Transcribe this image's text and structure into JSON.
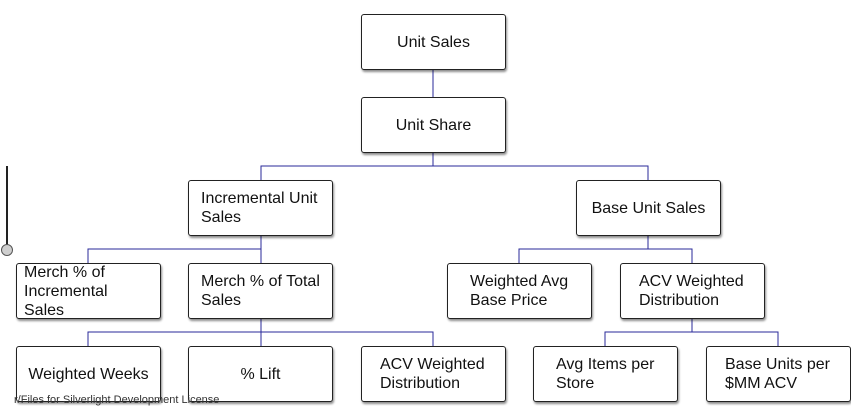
{
  "diagram": {
    "line_color": "#2a2a9a",
    "nodes": {
      "unit_sales": "Unit Sales",
      "unit_share": "Unit Share",
      "incremental_unit_sales": [
        "Incremental Unit",
        "Sales"
      ],
      "base_unit_sales": "Base Unit Sales",
      "merch_pct_incremental": [
        "Merch % of",
        "Incremental Sales"
      ],
      "merch_pct_total": [
        "Merch % of Total",
        "Sales"
      ],
      "weighted_avg_base_price": [
        "Weighted Avg",
        "Base Price"
      ],
      "acv_weighted_distribution_1": [
        "ACV Weighted",
        "Distribution"
      ],
      "weighted_weeks": "Weighted Weeks",
      "pct_lift": "% Lift",
      "acv_weighted_distribution_2": [
        "ACV Weighted",
        "Distribution"
      ],
      "avg_items_per_store": [
        "Avg Items per",
        "Store"
      ],
      "base_units_per_mm_acv": [
        "Base Units per",
        "$MM ACV"
      ]
    }
  },
  "footer": {
    "license_text": "r/Files for Silverlight Development License"
  }
}
